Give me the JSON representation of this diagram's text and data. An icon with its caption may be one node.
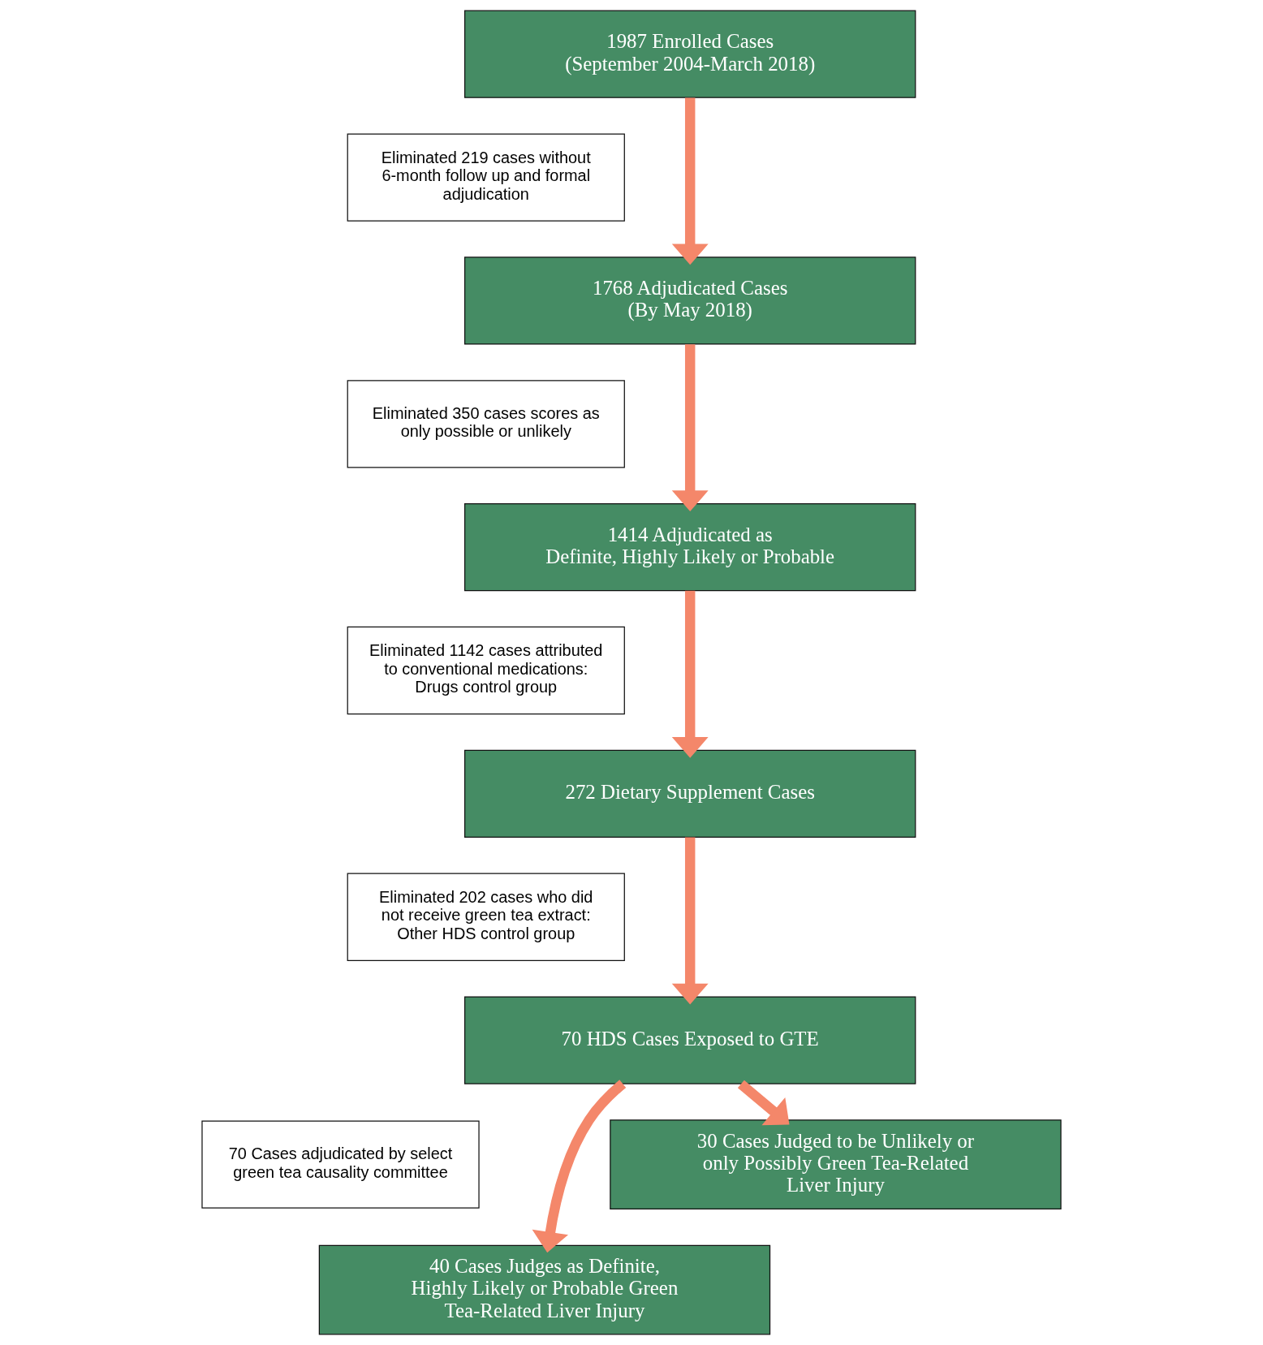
{
  "diagram": {
    "nodes": [
      {
        "text": [
          "1987 Enrolled Cases",
          "(September 2004-March 2018)"
        ]
      },
      {
        "text": [
          "Eliminated 219 cases without 6-month follow up and formal adjudication"
        ]
      },
      {
        "text": [
          "1768 Adjudicated Cases",
          "(By May 2018)"
        ]
      },
      {
        "text": [
          "Eliminated 350 cases scores as only possible or unlikely"
        ]
      },
      {
        "text": [
          "1414 Adjudicated as",
          "Definite, Highly Likely or Probable"
        ]
      },
      {
        "text": [
          "Eliminated 1142 cases attributed to conventional medications: Drugs control group"
        ]
      },
      {
        "text": [
          "272 Dietary Supplement Cases"
        ]
      },
      {
        "text": [
          "Eliminated 202 cases who did not receive green tea extract: Other HDS control group"
        ]
      },
      {
        "text": [
          "70 HDS Cases Exposed to GTE"
        ]
      },
      {
        "text": [
          "70 Cases adjudicated by select green tea causality committee"
        ]
      },
      {
        "text": [
          "40 Cases Judges as Definite, Highly Likely or Probable Green Tea-Related Liver Injury"
        ]
      },
      {
        "text": [
          "30 Cases Judged to be Unlikely or only Possibly Green Tea-Related Liver Injury"
        ]
      }
    ],
    "edges": [
      {
        "from": 0,
        "to": 2,
        "arrow": "to"
      },
      {
        "from": 2,
        "to": 4,
        "arrow": "to"
      },
      {
        "from": 4,
        "to": 6,
        "arrow": "to"
      },
      {
        "from": 6,
        "to": 8,
        "arrow": "to"
      },
      {
        "from": 8,
        "to": 10,
        "arrow": "to"
      },
      {
        "from": 8,
        "to": 11,
        "arrow": "to"
      }
    ]
  }
}
